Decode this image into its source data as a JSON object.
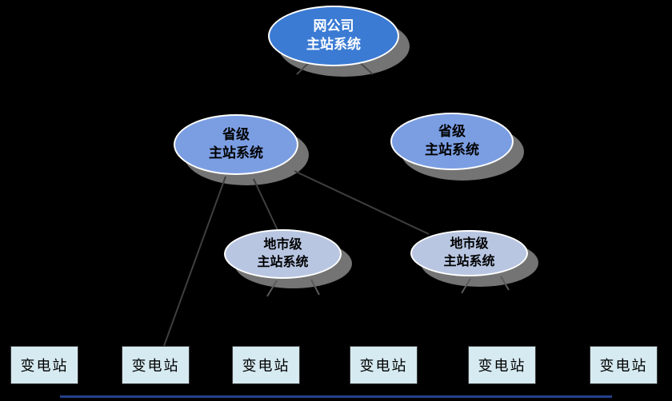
{
  "diagram": {
    "background": "#000000",
    "colors": {
      "top_node_fill": "#3b7bd4",
      "province_node_fill": "#7b9ee3",
      "city_node_fill": "#b8c6e2",
      "substation_fill": "#d6eaf1",
      "node_border": "#ffffff",
      "shadow": "#747474",
      "connector": "#3f3f3f",
      "bottom_line": "#24418c",
      "top_text": "#ffffff",
      "node_text": "#000000"
    },
    "top_node": {
      "line1": "网公司",
      "line2": "主站系统"
    },
    "province_nodes": [
      {
        "line1": "省级",
        "line2": "主站系统"
      },
      {
        "line1": "省级",
        "line2": "主站系统"
      }
    ],
    "city_nodes": [
      {
        "line1": "地市级",
        "line2": "主站系统"
      },
      {
        "line1": "地市级",
        "line2": "主站系统"
      }
    ],
    "substations": [
      {
        "label": "变电站"
      },
      {
        "label": "变电站"
      },
      {
        "label": "变电站"
      },
      {
        "label": "变电站"
      },
      {
        "label": "变电站"
      },
      {
        "label": "变电站"
      }
    ]
  }
}
